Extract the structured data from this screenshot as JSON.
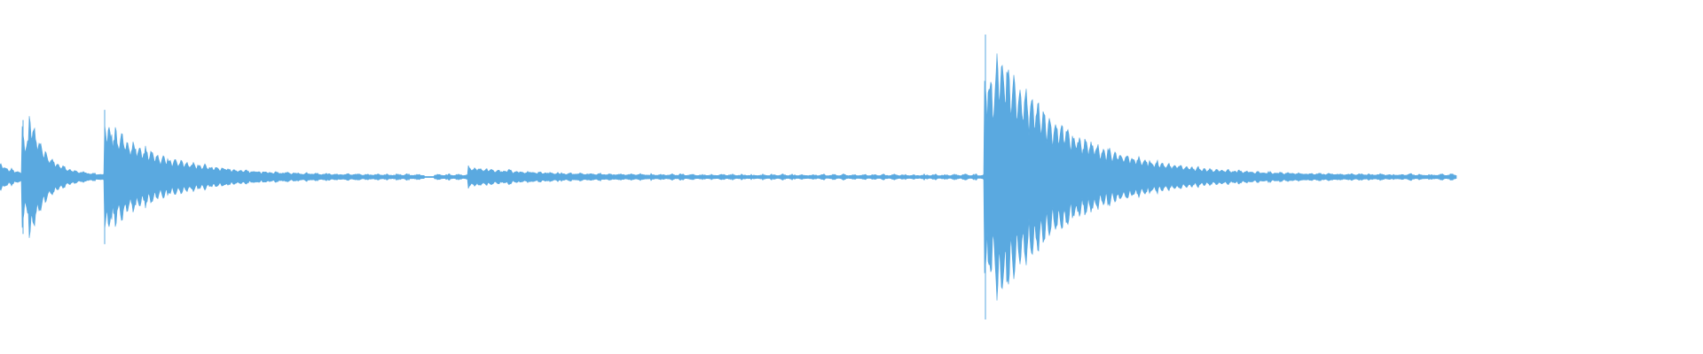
{
  "waveform": {
    "color": "#5aa9e0",
    "background": "#ffffff",
    "duration_fraction_drawn": 0.855,
    "bursts": [
      {
        "at": 0.0,
        "amp": 0.07,
        "decay": 0.01
      },
      {
        "at": 0.013,
        "amp": 0.28,
        "decay": 0.012
      },
      {
        "at": 0.017,
        "amp": 0.2,
        "decay": 0.008
      },
      {
        "at": 0.061,
        "amp": 0.33,
        "decay": 0.035
      },
      {
        "at": 0.275,
        "amp": 0.05,
        "decay": 0.04
      },
      {
        "at": 0.578,
        "amp": 0.7,
        "decay": 0.045
      },
      {
        "at": 0.585,
        "amp": 0.2,
        "decay": 0.03
      }
    ],
    "noise_floor": 0.012,
    "gaps": [
      [
        0.249,
        0.255
      ]
    ]
  }
}
